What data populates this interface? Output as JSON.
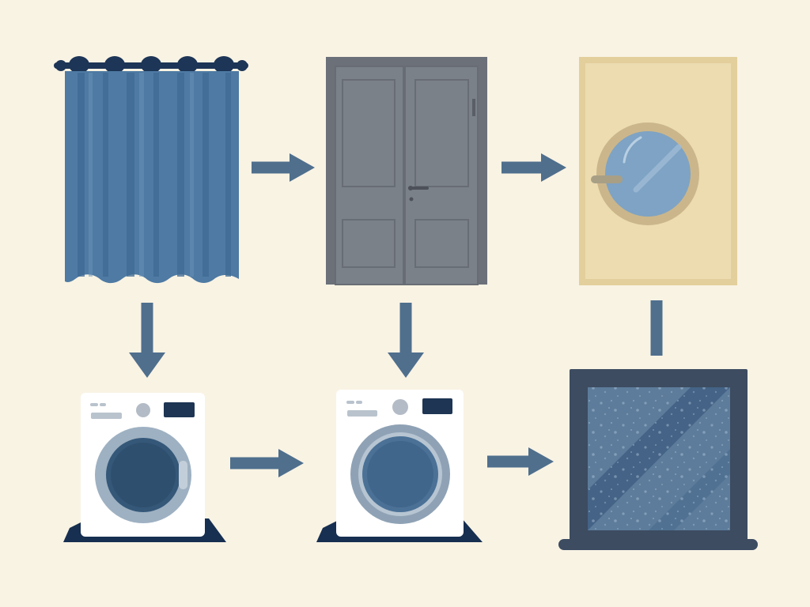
{
  "colors": {
    "background": "#f9f3e4",
    "arrow": "#4f6f8d",
    "curtain": "#4e7aa3",
    "door": "#7b8189",
    "porthole_panel": "#ecdcb0",
    "porthole_glass": "#7ea3c4",
    "washer_body": "#ffffff",
    "washer_drum": "#355879",
    "mat": "#172f50",
    "glass_frame": "#3d4c61",
    "glass_pane": "#5d7c9b"
  },
  "diagram": {
    "type": "flow",
    "nodes": [
      {
        "id": "curtain",
        "icon": "shower-curtain-icon"
      },
      {
        "id": "door",
        "icon": "double-door-icon"
      },
      {
        "id": "porthole-door",
        "icon": "porthole-door-icon"
      },
      {
        "id": "washer-1",
        "icon": "washing-machine-icon"
      },
      {
        "id": "washer-2",
        "icon": "washing-machine-icon"
      },
      {
        "id": "glass-window",
        "icon": "glass-window-icon"
      }
    ],
    "edges": [
      {
        "from": "curtain",
        "to": "door"
      },
      {
        "from": "door",
        "to": "porthole-door"
      },
      {
        "from": "curtain",
        "to": "washer-1"
      },
      {
        "from": "door",
        "to": "washer-2"
      },
      {
        "from": "porthole-door",
        "to": "glass-window"
      },
      {
        "from": "washer-1",
        "to": "washer-2"
      },
      {
        "from": "washer-2",
        "to": "glass-window"
      }
    ]
  }
}
